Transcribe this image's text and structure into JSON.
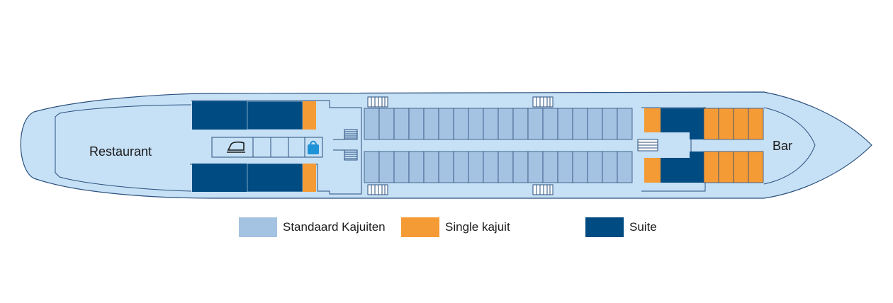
{
  "deck": {
    "rooms": {
      "restaurant": "Restaurant",
      "bar": "Bar"
    },
    "icons": {
      "iron": "iron-icon",
      "shop": "shopping-bag-icon"
    }
  },
  "legend": {
    "items": [
      {
        "label": "Standaard Kajuiten",
        "color": "#a4c2e1"
      },
      {
        "label": "Single kajuit",
        "color": "#f59b36"
      },
      {
        "label": "Suite",
        "color": "#004b82"
      }
    ]
  },
  "colors": {
    "hull": "#c6e0f5",
    "outline": "#2a4f7e",
    "standard": "#a4c2e1",
    "single": "#f59b36",
    "suite": "#004b82"
  }
}
